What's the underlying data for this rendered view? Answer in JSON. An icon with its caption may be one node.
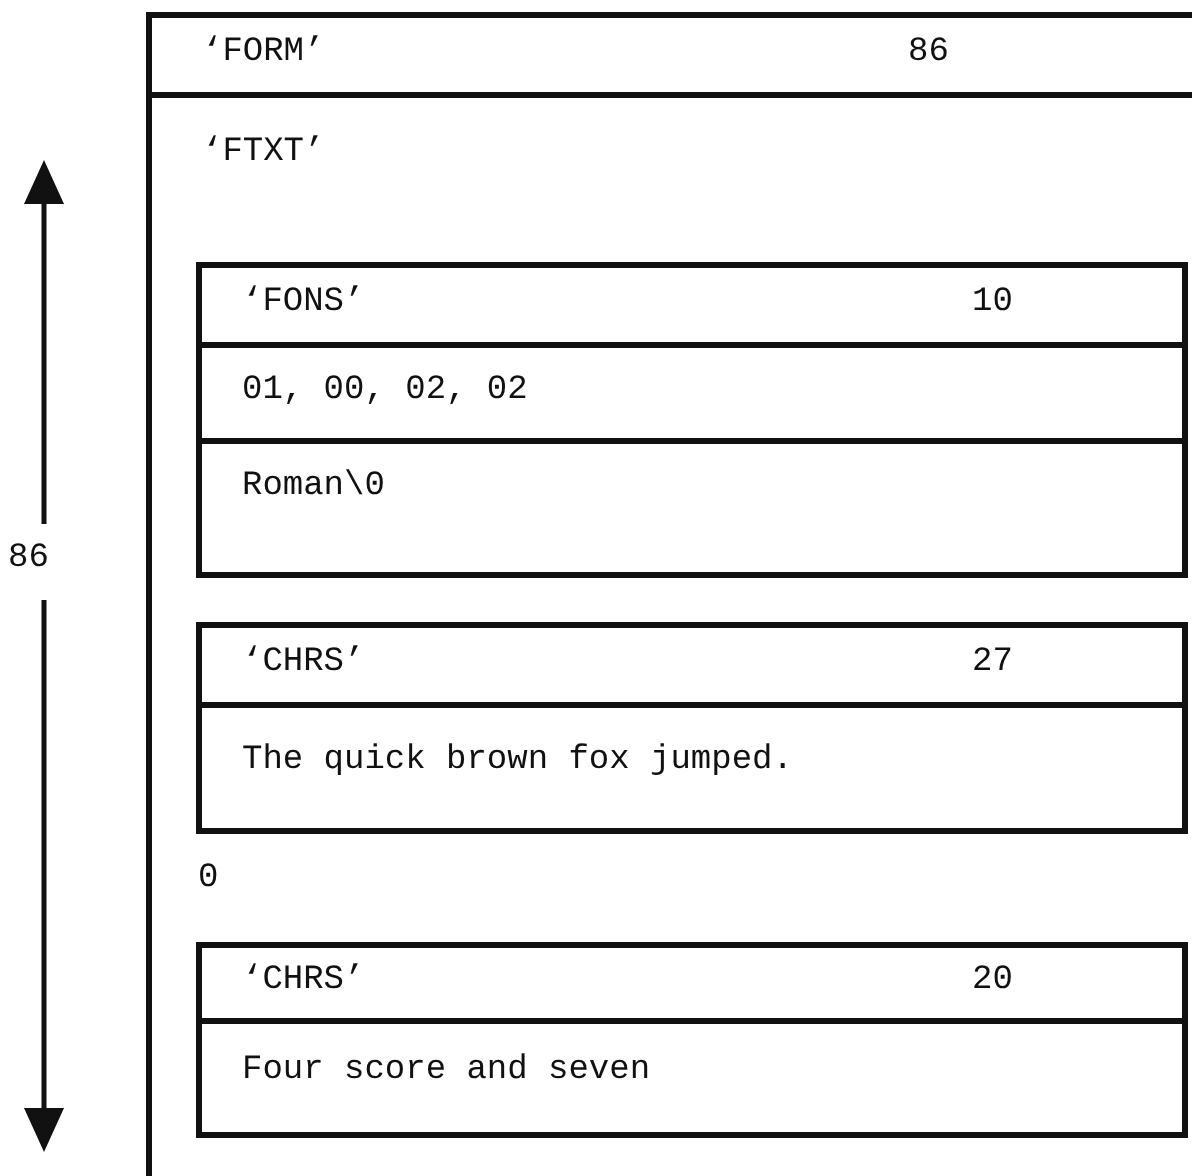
{
  "diagram": {
    "nodes": [
      {
        "text": [
          "‘FORM’",
          "86",
          "‘FTXT’"
        ]
      },
      {
        "text": [
          "‘FONS’",
          "10",
          "01, 00, 02, 02",
          "Roman\\0"
        ],
        "in": 0
      },
      {
        "text": [
          "‘CHRS’",
          "27",
          "The quick brown fox jumped."
        ],
        "in": 0
      },
      {
        "text": [
          "‘CHRS’",
          "20",
          "Four score and seven"
        ],
        "in": 0
      }
    ],
    "edges": [],
    "labels": [
      "86",
      "0"
    ]
  }
}
